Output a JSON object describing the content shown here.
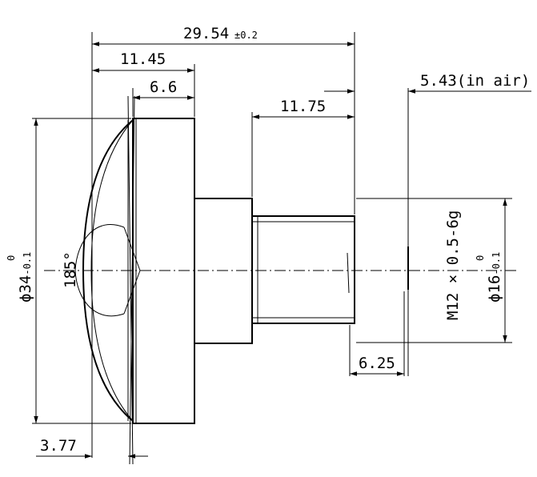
{
  "drawing": {
    "dimensions": {
      "overall_length": "29.54",
      "overall_tolerance": "±0.2",
      "front_to_flange": "11.45",
      "flange_thickness": "6.6",
      "back_focal": "5.43(in air)",
      "barrel_length": "11.75",
      "thread_length": "6.25",
      "front_offset": "3.77",
      "field_angle": "185°"
    },
    "diameters": {
      "outer_prefix": "ϕ",
      "outer_value": "34",
      "outer_tolerance": "-0.1",
      "outer_upper": "0",
      "inner_prefix": "ϕ",
      "inner_value": "16",
      "inner_tolerance": "-0.1",
      "inner_upper": "0",
      "thread_spec": "M12 × 0.5-6g"
    }
  }
}
